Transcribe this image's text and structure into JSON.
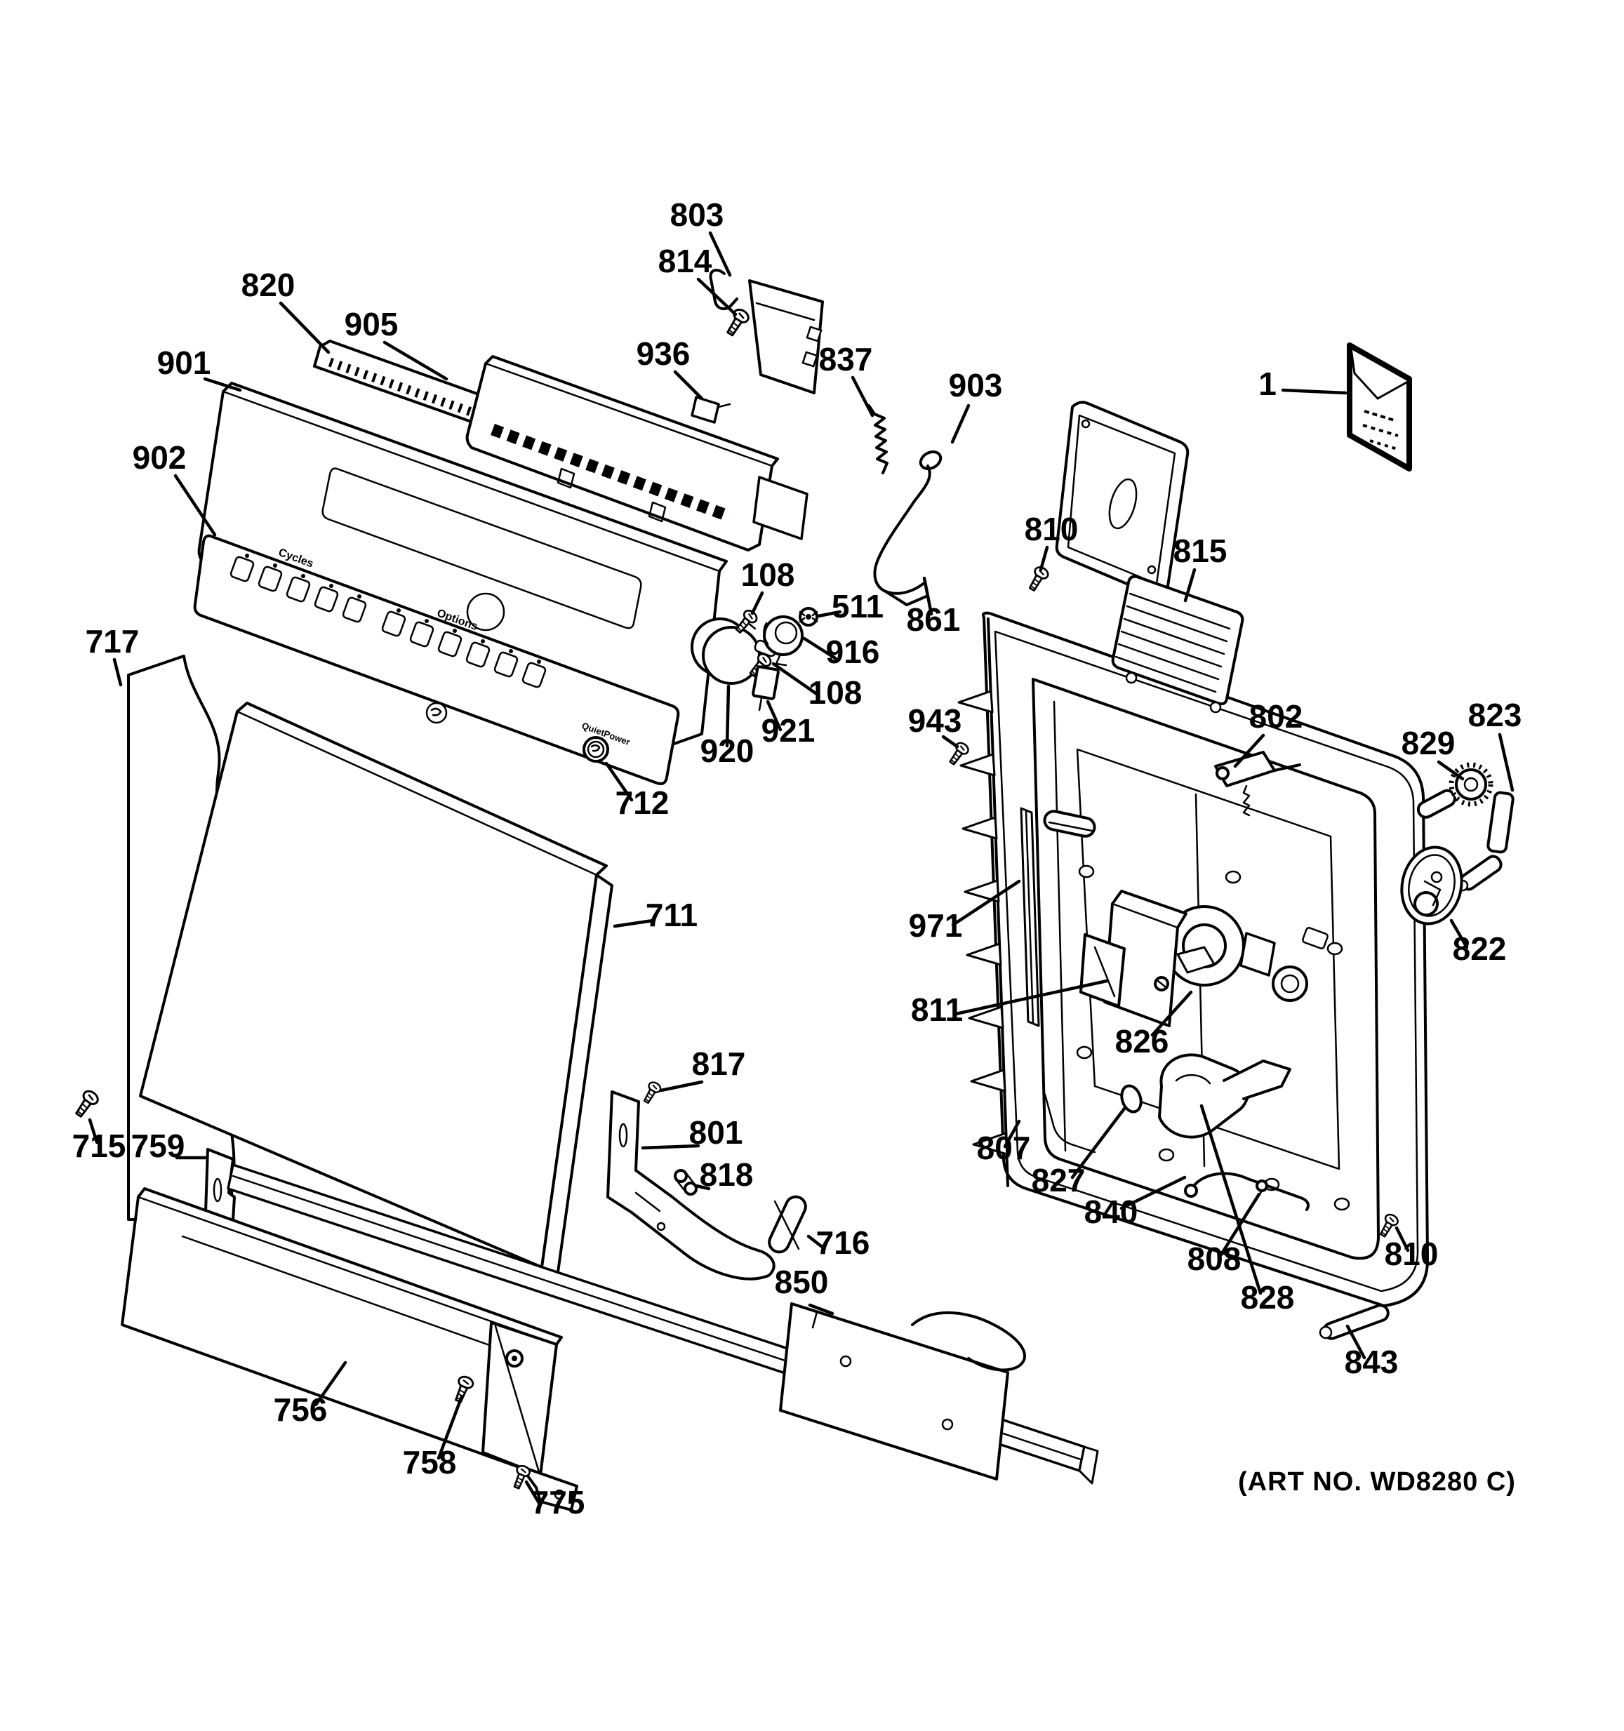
{
  "diagram": {
    "art_note": "(ART NO. WD8280 C)",
    "panel_labels": {
      "cycles": "Cycles",
      "options": "Options",
      "quiet_power": "QuietPower"
    },
    "callouts": [
      {
        "part": "1"
      },
      {
        "part": "803"
      },
      {
        "part": "814"
      },
      {
        "part": "820"
      },
      {
        "part": "901"
      },
      {
        "part": "905"
      },
      {
        "part": "936"
      },
      {
        "part": "837"
      },
      {
        "part": "903"
      },
      {
        "part": "902"
      },
      {
        "part": "810"
      },
      {
        "part": "815"
      },
      {
        "part": "717"
      },
      {
        "part": "108"
      },
      {
        "part": "511"
      },
      {
        "part": "861"
      },
      {
        "part": "916"
      },
      {
        "part": "108"
      },
      {
        "part": "921"
      },
      {
        "part": "920"
      },
      {
        "part": "943"
      },
      {
        "part": "802"
      },
      {
        "part": "823"
      },
      {
        "part": "829"
      },
      {
        "part": "822"
      },
      {
        "part": "712"
      },
      {
        "part": "711"
      },
      {
        "part": "971"
      },
      {
        "part": "811"
      },
      {
        "part": "826"
      },
      {
        "part": "715"
      },
      {
        "part": "759"
      },
      {
        "part": "817"
      },
      {
        "part": "801"
      },
      {
        "part": "818"
      },
      {
        "part": "807"
      },
      {
        "part": "827"
      },
      {
        "part": "840"
      },
      {
        "part": "716"
      },
      {
        "part": "850"
      },
      {
        "part": "808"
      },
      {
        "part": "828"
      },
      {
        "part": "810"
      },
      {
        "part": "843"
      },
      {
        "part": "756"
      },
      {
        "part": "758"
      },
      {
        "part": "775"
      }
    ]
  }
}
